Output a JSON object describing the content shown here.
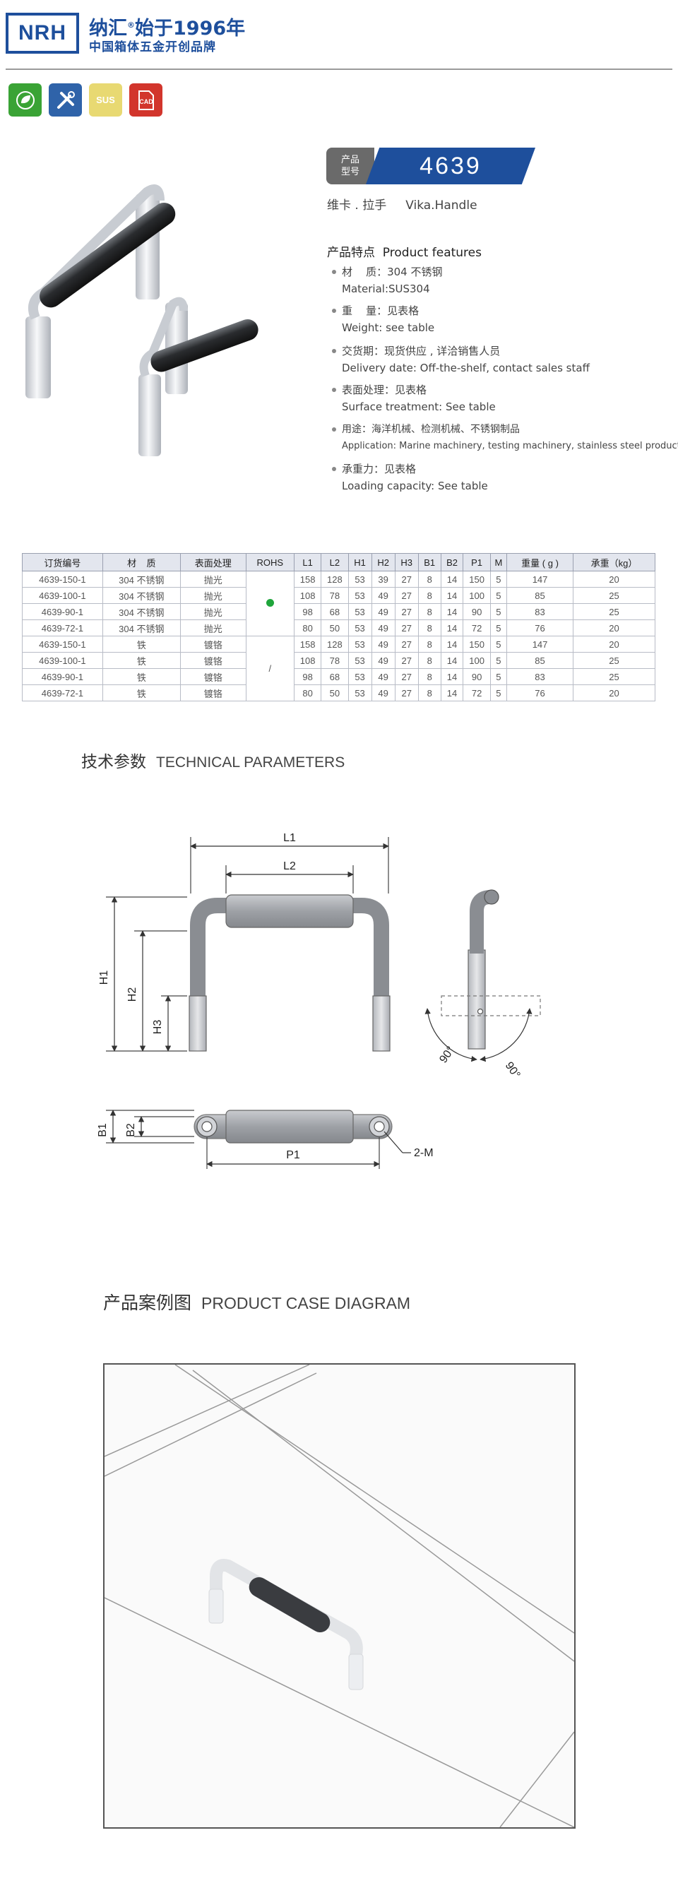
{
  "header": {
    "logo": "NRH",
    "brand": "纳汇",
    "registered": "®",
    "slogan": "始于1996年",
    "subtitle": "中国箱体五金开创品牌"
  },
  "badges": [
    {
      "label": "",
      "icon": "eco-leaf-icon",
      "color": "#3aa335"
    },
    {
      "label": "",
      "icon": "tools-icon",
      "color": "#2f63a9"
    },
    {
      "label": "SUS",
      "icon": "sus-material-icon",
      "color": "#e8d972"
    },
    {
      "label": "CAD",
      "icon": "cad-file-icon",
      "color": "#d2352c"
    }
  ],
  "product": {
    "model_tag": "产品\n型号",
    "model": "4639",
    "name": "维卡 . 拉手     Vika.Handle",
    "features_title": "产品特点  Product features",
    "features": [
      {
        "cn": "材    质：304 不锈钢",
        "en": "Material:SUS304"
      },
      {
        "cn": "重    量：见表格",
        "en": "Weight: see table"
      },
      {
        "cn": "交货期：现货供应 , 详洽销售人员",
        "en": "Delivery date: Off-the-shelf, contact sales staff"
      },
      {
        "cn": "表面处理：见表格",
        "en": "Surface treatment: See table"
      },
      {
        "cn": "用途：海洋机械、检测机械、不锈钢制品",
        "en": "Application: Marine machinery, testing machinery, stainless steel products"
      },
      {
        "cn": "承重力：见表格",
        "en": "Loading capacity: See table"
      }
    ]
  },
  "table": {
    "headers": [
      "订货编号",
      "材    质",
      "表面处理",
      "ROHS",
      "L1",
      "L2",
      "H1",
      "H2",
      "H3",
      "B1",
      "B2",
      "P1",
      "M",
      "重量 ( g )",
      "承重（kg）"
    ],
    "rohs_group2": "/",
    "rows": [
      [
        "4639-150-1",
        "304 不锈钢",
        "抛光",
        "158",
        "128",
        "53",
        "39",
        "27",
        "8",
        "14",
        "150",
        "5",
        "147",
        "20"
      ],
      [
        "4639-100-1",
        "304 不锈钢",
        "抛光",
        "108",
        "78",
        "53",
        "49",
        "27",
        "8",
        "14",
        "100",
        "5",
        "85",
        "25"
      ],
      [
        "4639-90-1",
        "304 不锈钢",
        "抛光",
        "98",
        "68",
        "53",
        "49",
        "27",
        "8",
        "14",
        "90",
        "5",
        "83",
        "25"
      ],
      [
        "4639-72-1",
        "304 不锈钢",
        "抛光",
        "80",
        "50",
        "53",
        "49",
        "27",
        "8",
        "14",
        "72",
        "5",
        "76",
        "20"
      ],
      [
        "4639-150-1",
        "铁",
        "镀铬",
        "158",
        "128",
        "53",
        "49",
        "27",
        "8",
        "14",
        "150",
        "5",
        "147",
        "20"
      ],
      [
        "4639-100-1",
        "铁",
        "镀铬",
        "108",
        "78",
        "53",
        "49",
        "27",
        "8",
        "14",
        "100",
        "5",
        "85",
        "25"
      ],
      [
        "4639-90-1",
        "铁",
        "镀铬",
        "98",
        "68",
        "53",
        "49",
        "27",
        "8",
        "14",
        "90",
        "5",
        "83",
        "25"
      ],
      [
        "4639-72-1",
        "铁",
        "镀铬",
        "80",
        "50",
        "53",
        "49",
        "27",
        "8",
        "14",
        "72",
        "5",
        "76",
        "20"
      ]
    ]
  },
  "tech": {
    "title_cn": "技术参数",
    "title_en": "TECHNICAL PARAMETERS",
    "labels": {
      "L1": "L1",
      "L2": "L2",
      "H1": "H1",
      "H2": "H2",
      "H3": "H3",
      "B1": "B1",
      "B2": "B2",
      "P1": "P1",
      "M": "2-M",
      "angle_left": "90°",
      "angle_right": "90°"
    }
  },
  "case": {
    "title_cn": "产品案例图",
    "title_en": "PRODUCT CASE DIAGRAM"
  }
}
